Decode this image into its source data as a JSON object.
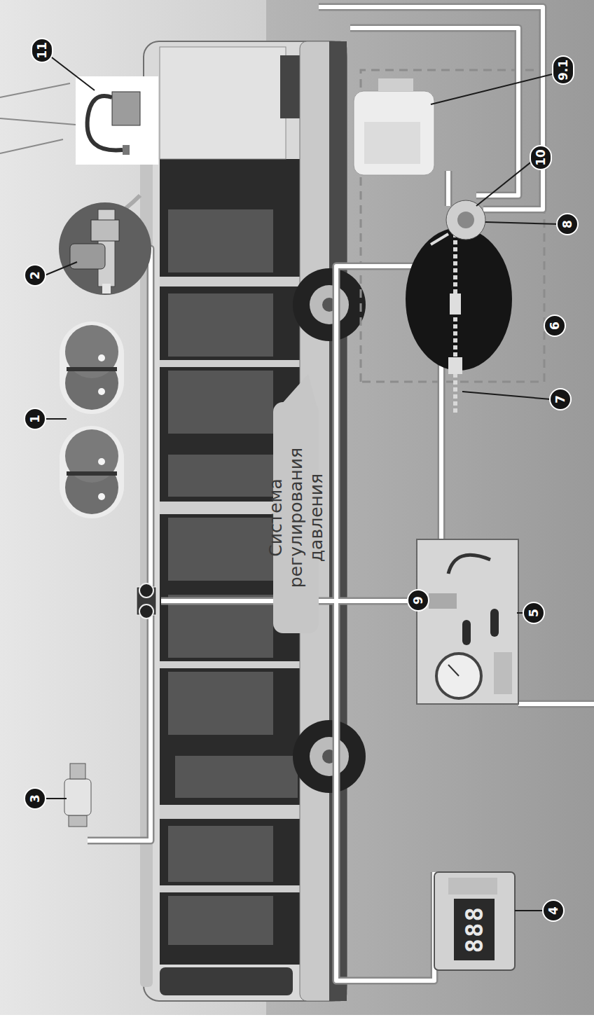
{
  "diagram": {
    "nodes": [
      {
        "text": [
          "Система регулирования давления"
        ]
      }
    ],
    "labels": [
      "3",
      "1",
      "2",
      "11",
      "9",
      "4",
      "5",
      "6",
      "7",
      "8",
      "10",
      "9.1",
      "888"
    ]
  }
}
